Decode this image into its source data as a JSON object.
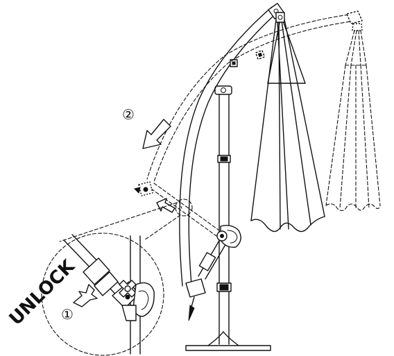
{
  "labels": {
    "unlock": "UNLOCK",
    "step1": "①",
    "step2": "②"
  },
  "colors": {
    "line": "#111111",
    "background": "#ffffff"
  },
  "icons": {
    "step1_arrow": "up-arrow-outline-icon",
    "step2_arrow": "down-left-arrow-outline-icon",
    "release_arrow": "up-left-arrow-outline-icon"
  }
}
